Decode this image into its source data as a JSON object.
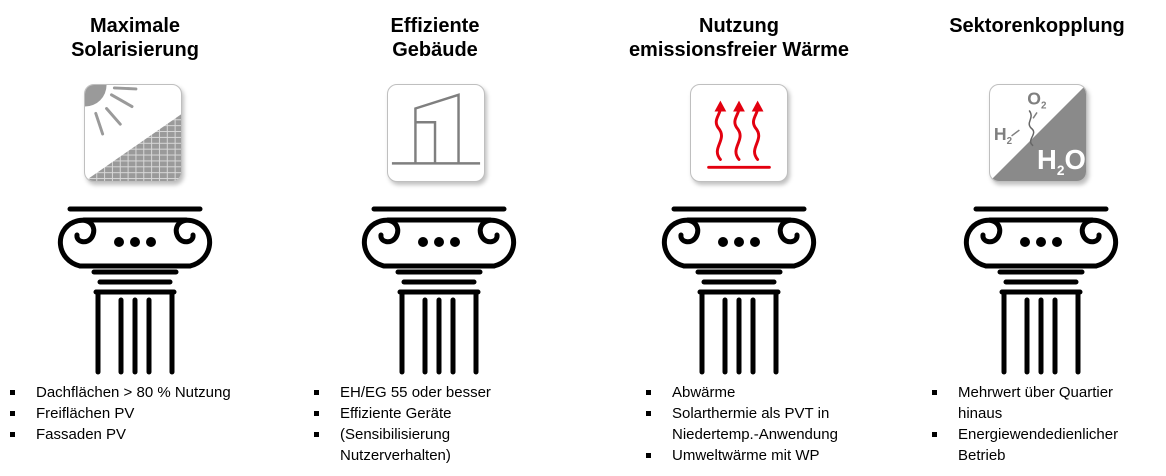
{
  "pillars": [
    {
      "title_lines": [
        "Maximale",
        "Solarisierung"
      ],
      "icon": "solar-roof-icon",
      "bullets": [
        "Dachflächen > 80 % Nutzung",
        "Freiflächen PV",
        "Fassaden PV"
      ]
    },
    {
      "title_lines": [
        "Effiziente",
        "Gebäude"
      ],
      "icon": "building-icon",
      "bullets": [
        "EH/EG 55 oder besser",
        "Effiziente Geräte",
        "(Sensibilisierung Nutzerverhalten)"
      ]
    },
    {
      "title_lines": [
        "Nutzung",
        "emissionsfreier Wärme"
      ],
      "icon": "heat-waves-icon",
      "bullets": [
        "Abwärme",
        "Solarthermie als PVT in Niedertemp.-Anwendung",
        "Umweltwärme mit WP"
      ]
    },
    {
      "title_lines": [
        "Sektorenkopplung"
      ],
      "icon": "water-electrolysis-icon",
      "icon_text": {
        "o2": "O",
        "o2_sub": "2",
        "h2": "H",
        "h2_sub": "2",
        "h2o_h": "H",
        "h2o_sub": "2",
        "h2o_o": "O"
      },
      "bullets": [
        "Mehrwert über Quartier hinaus",
        "Energiewendedienlicher Betrieb"
      ]
    }
  ],
  "colors": {
    "accent_red": "#e3000f",
    "icon_grey": "#8a8a8a",
    "line_grey": "#7f7f7f"
  }
}
